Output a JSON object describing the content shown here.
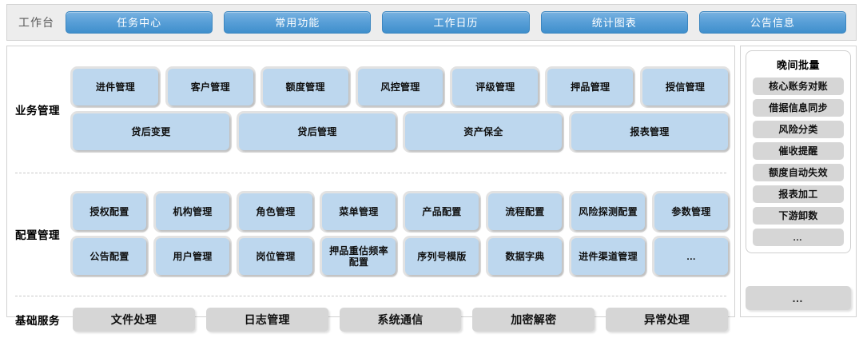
{
  "topbar": {
    "title": "工作台",
    "tabs": [
      {
        "label": "任务中心"
      },
      {
        "label": "常用功能"
      },
      {
        "label": "工作日历"
      },
      {
        "label": "统计图表"
      },
      {
        "label": "公告信息"
      }
    ]
  },
  "sections": {
    "business": {
      "label": "业务管理",
      "row1": [
        {
          "label": "进件管理"
        },
        {
          "label": "客户管理"
        },
        {
          "label": "额度管理"
        },
        {
          "label": "风控管理"
        },
        {
          "label": "评级管理"
        },
        {
          "label": "押品管理"
        },
        {
          "label": "授信管理"
        }
      ],
      "row2": [
        {
          "label": "贷后变更"
        },
        {
          "label": "贷后管理"
        },
        {
          "label": "资产保全"
        },
        {
          "label": "报表管理"
        }
      ]
    },
    "config": {
      "label": "配置管理",
      "row1": [
        {
          "label": "授权配置"
        },
        {
          "label": "机构管理"
        },
        {
          "label": "角色管理"
        },
        {
          "label": "菜单管理"
        },
        {
          "label": "产品配置"
        },
        {
          "label": "流程配置"
        },
        {
          "label": "风险探测配置"
        },
        {
          "label": "参数管理"
        }
      ],
      "row2": [
        {
          "label": "公告配置"
        },
        {
          "label": "用户管理"
        },
        {
          "label": "岗位管理"
        },
        {
          "label": "押品重估频率配置"
        },
        {
          "label": "序列号模版"
        },
        {
          "label": "数据字典"
        },
        {
          "label": "进件渠道管理"
        },
        {
          "label": "…"
        }
      ]
    },
    "basic": {
      "label": "基础服务",
      "row1": [
        {
          "label": "文件处理"
        },
        {
          "label": "日志管理"
        },
        {
          "label": "系统通信"
        },
        {
          "label": "加密解密"
        },
        {
          "label": "异常处理"
        }
      ]
    }
  },
  "sidebar": {
    "batch": {
      "title": "晚间批量",
      "items": [
        {
          "label": "核心账务对账"
        },
        {
          "label": "借据信息同步"
        },
        {
          "label": "风险分类"
        },
        {
          "label": "催收提醒"
        },
        {
          "label": "额度自动失效"
        },
        {
          "label": "报表加工"
        },
        {
          "label": "下游卸数"
        },
        {
          "label": "…"
        }
      ]
    },
    "bottom": {
      "label": "…"
    }
  },
  "colors": {
    "accent_blue": "#4f97d1",
    "tile_blue": "#bdd7ee",
    "tile_grey": "#d6d6d6",
    "topbar_grey": "#ededed",
    "border_grey": "#d2d2d2"
  }
}
